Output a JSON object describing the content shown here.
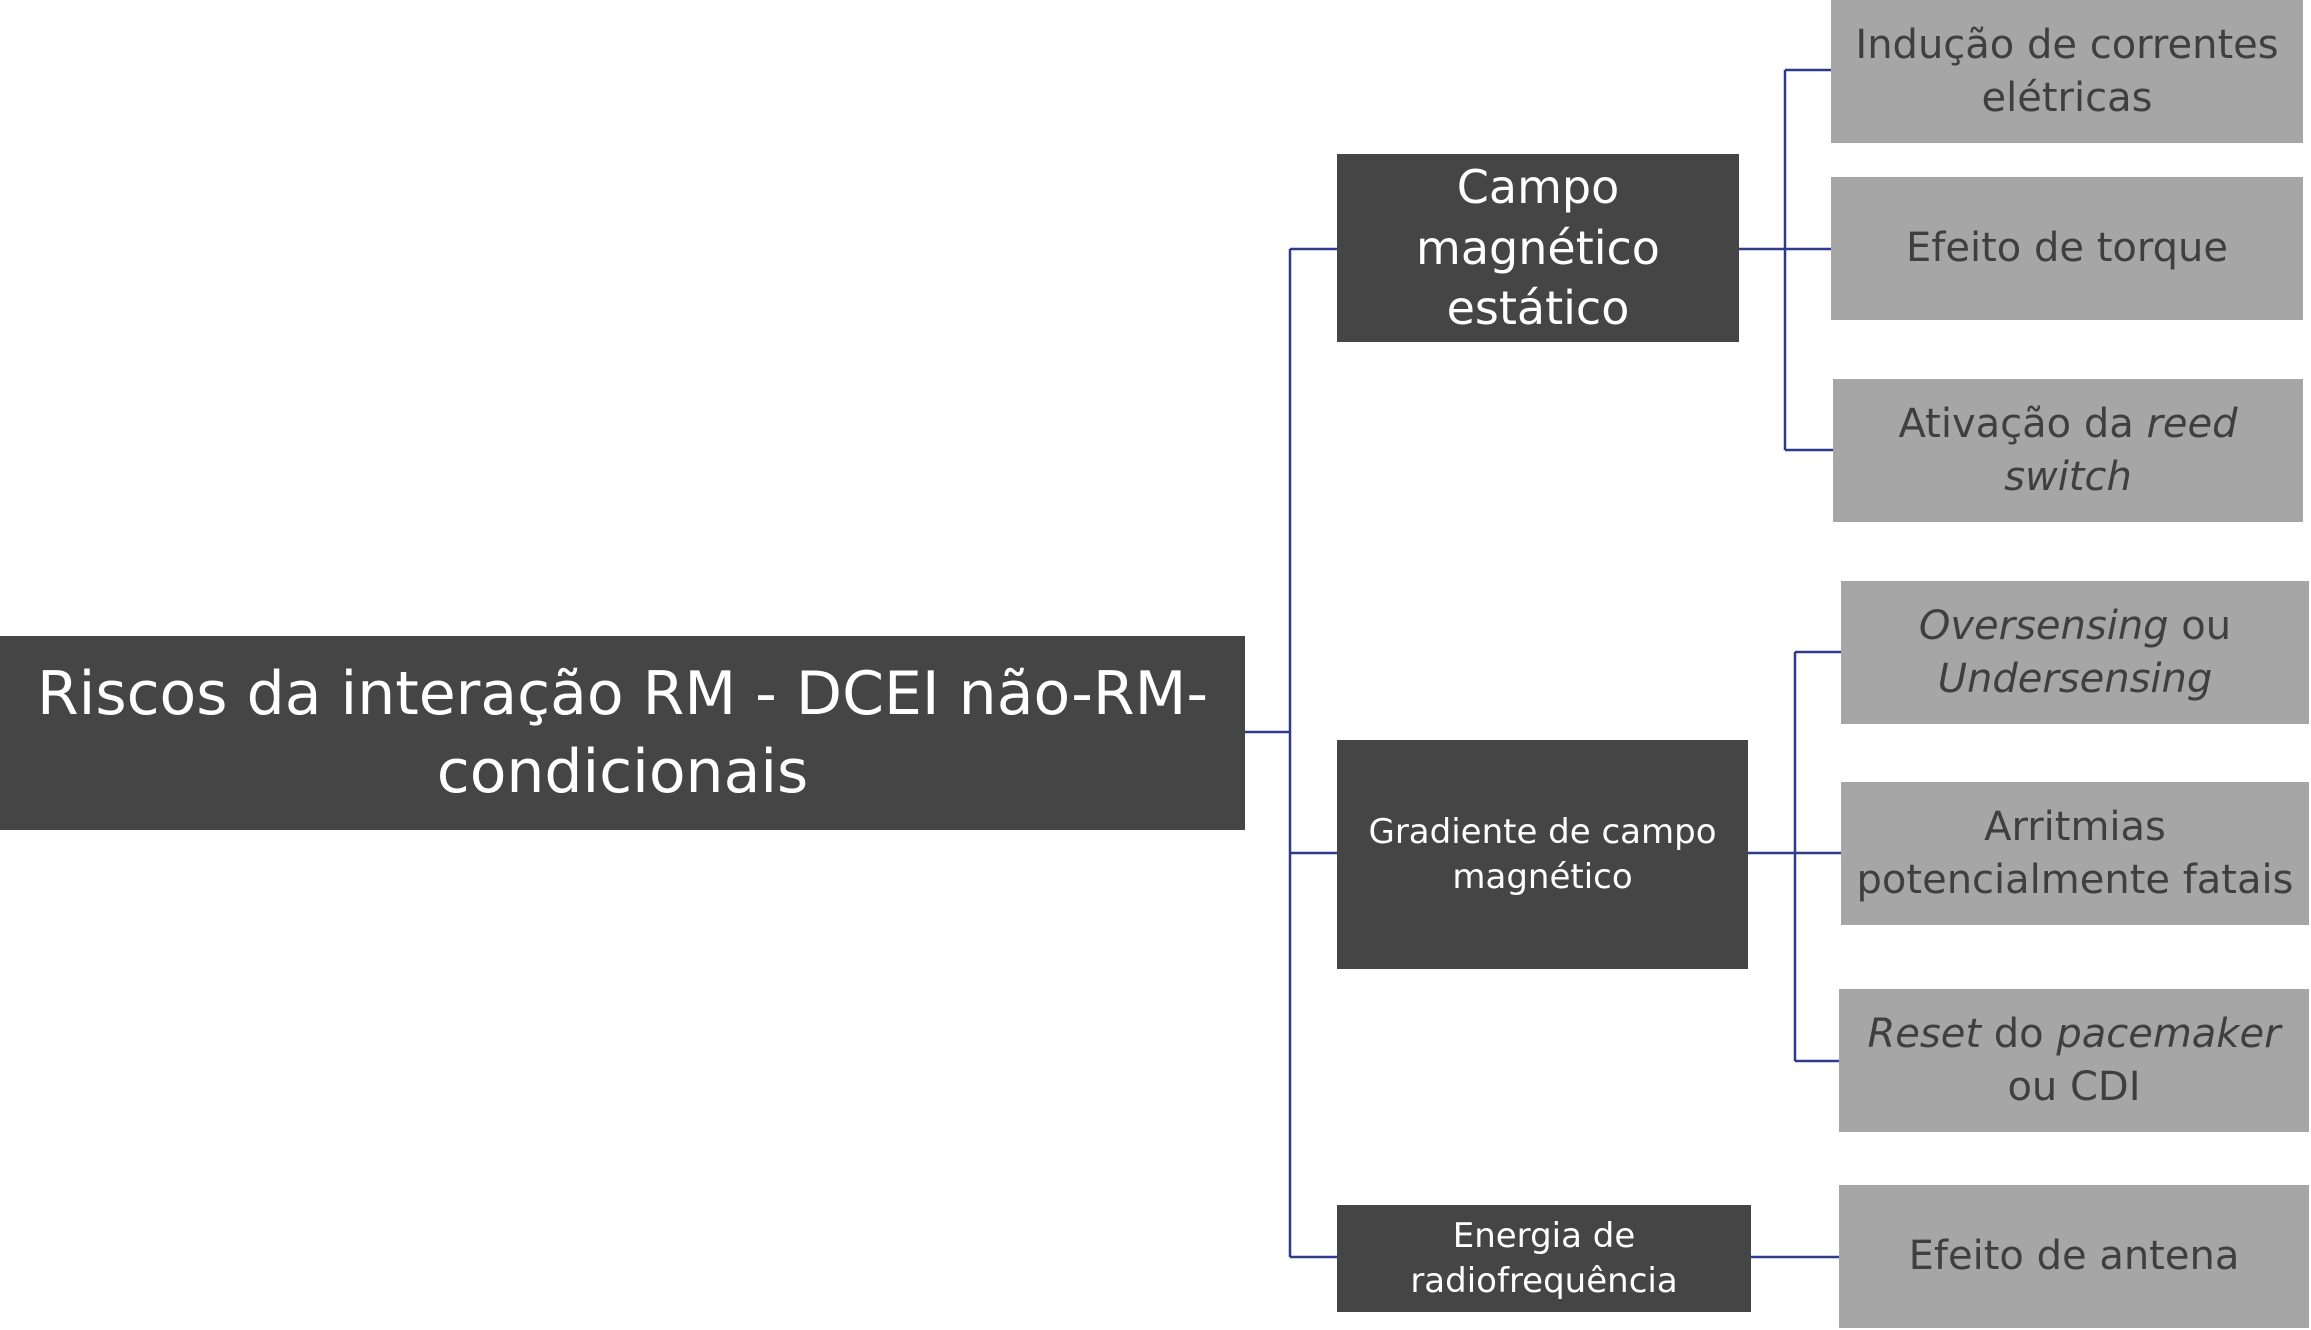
{
  "diagram": {
    "root": {
      "label": "Riscos da interação RM - DCEI não-RM-condicionais"
    },
    "branches": [
      {
        "label": "Campo magnético estático",
        "children": [
          {
            "segments": [
              {
                "text": "Indução de correntes elétricas",
                "italic": false
              }
            ]
          },
          {
            "segments": [
              {
                "text": "Efeito de torque",
                "italic": false
              }
            ]
          },
          {
            "segments": [
              {
                "text": "Ativação da ",
                "italic": false
              },
              {
                "text": "reed switch",
                "italic": true
              }
            ]
          }
        ]
      },
      {
        "label": "Gradiente de campo magnético",
        "children": [
          {
            "segments": [
              {
                "text": "Oversensing",
                "italic": true
              },
              {
                "text": " ou ",
                "italic": false
              },
              {
                "text": "Undersensing",
                "italic": true
              }
            ]
          },
          {
            "segments": [
              {
                "text": "Arritmias potencialmente fatais",
                "italic": false
              }
            ]
          },
          {
            "segments": [
              {
                "text": "Reset",
                "italic": true
              },
              {
                "text": " do ",
                "italic": false
              },
              {
                "text": "pacemaker",
                "italic": true
              },
              {
                "text": " ou CDI",
                "italic": false
              }
            ]
          }
        ]
      },
      {
        "label": "Energia de radiofrequência",
        "children": [
          {
            "segments": [
              {
                "text": "Efeito de antena",
                "italic": false
              }
            ]
          }
        ]
      }
    ],
    "colors": {
      "dark_box": "#454545",
      "light_box": "#a6a6a6",
      "connector": "#2e3a8c",
      "dark_text": "#ffffff",
      "light_text": "#3f3f3f"
    }
  }
}
